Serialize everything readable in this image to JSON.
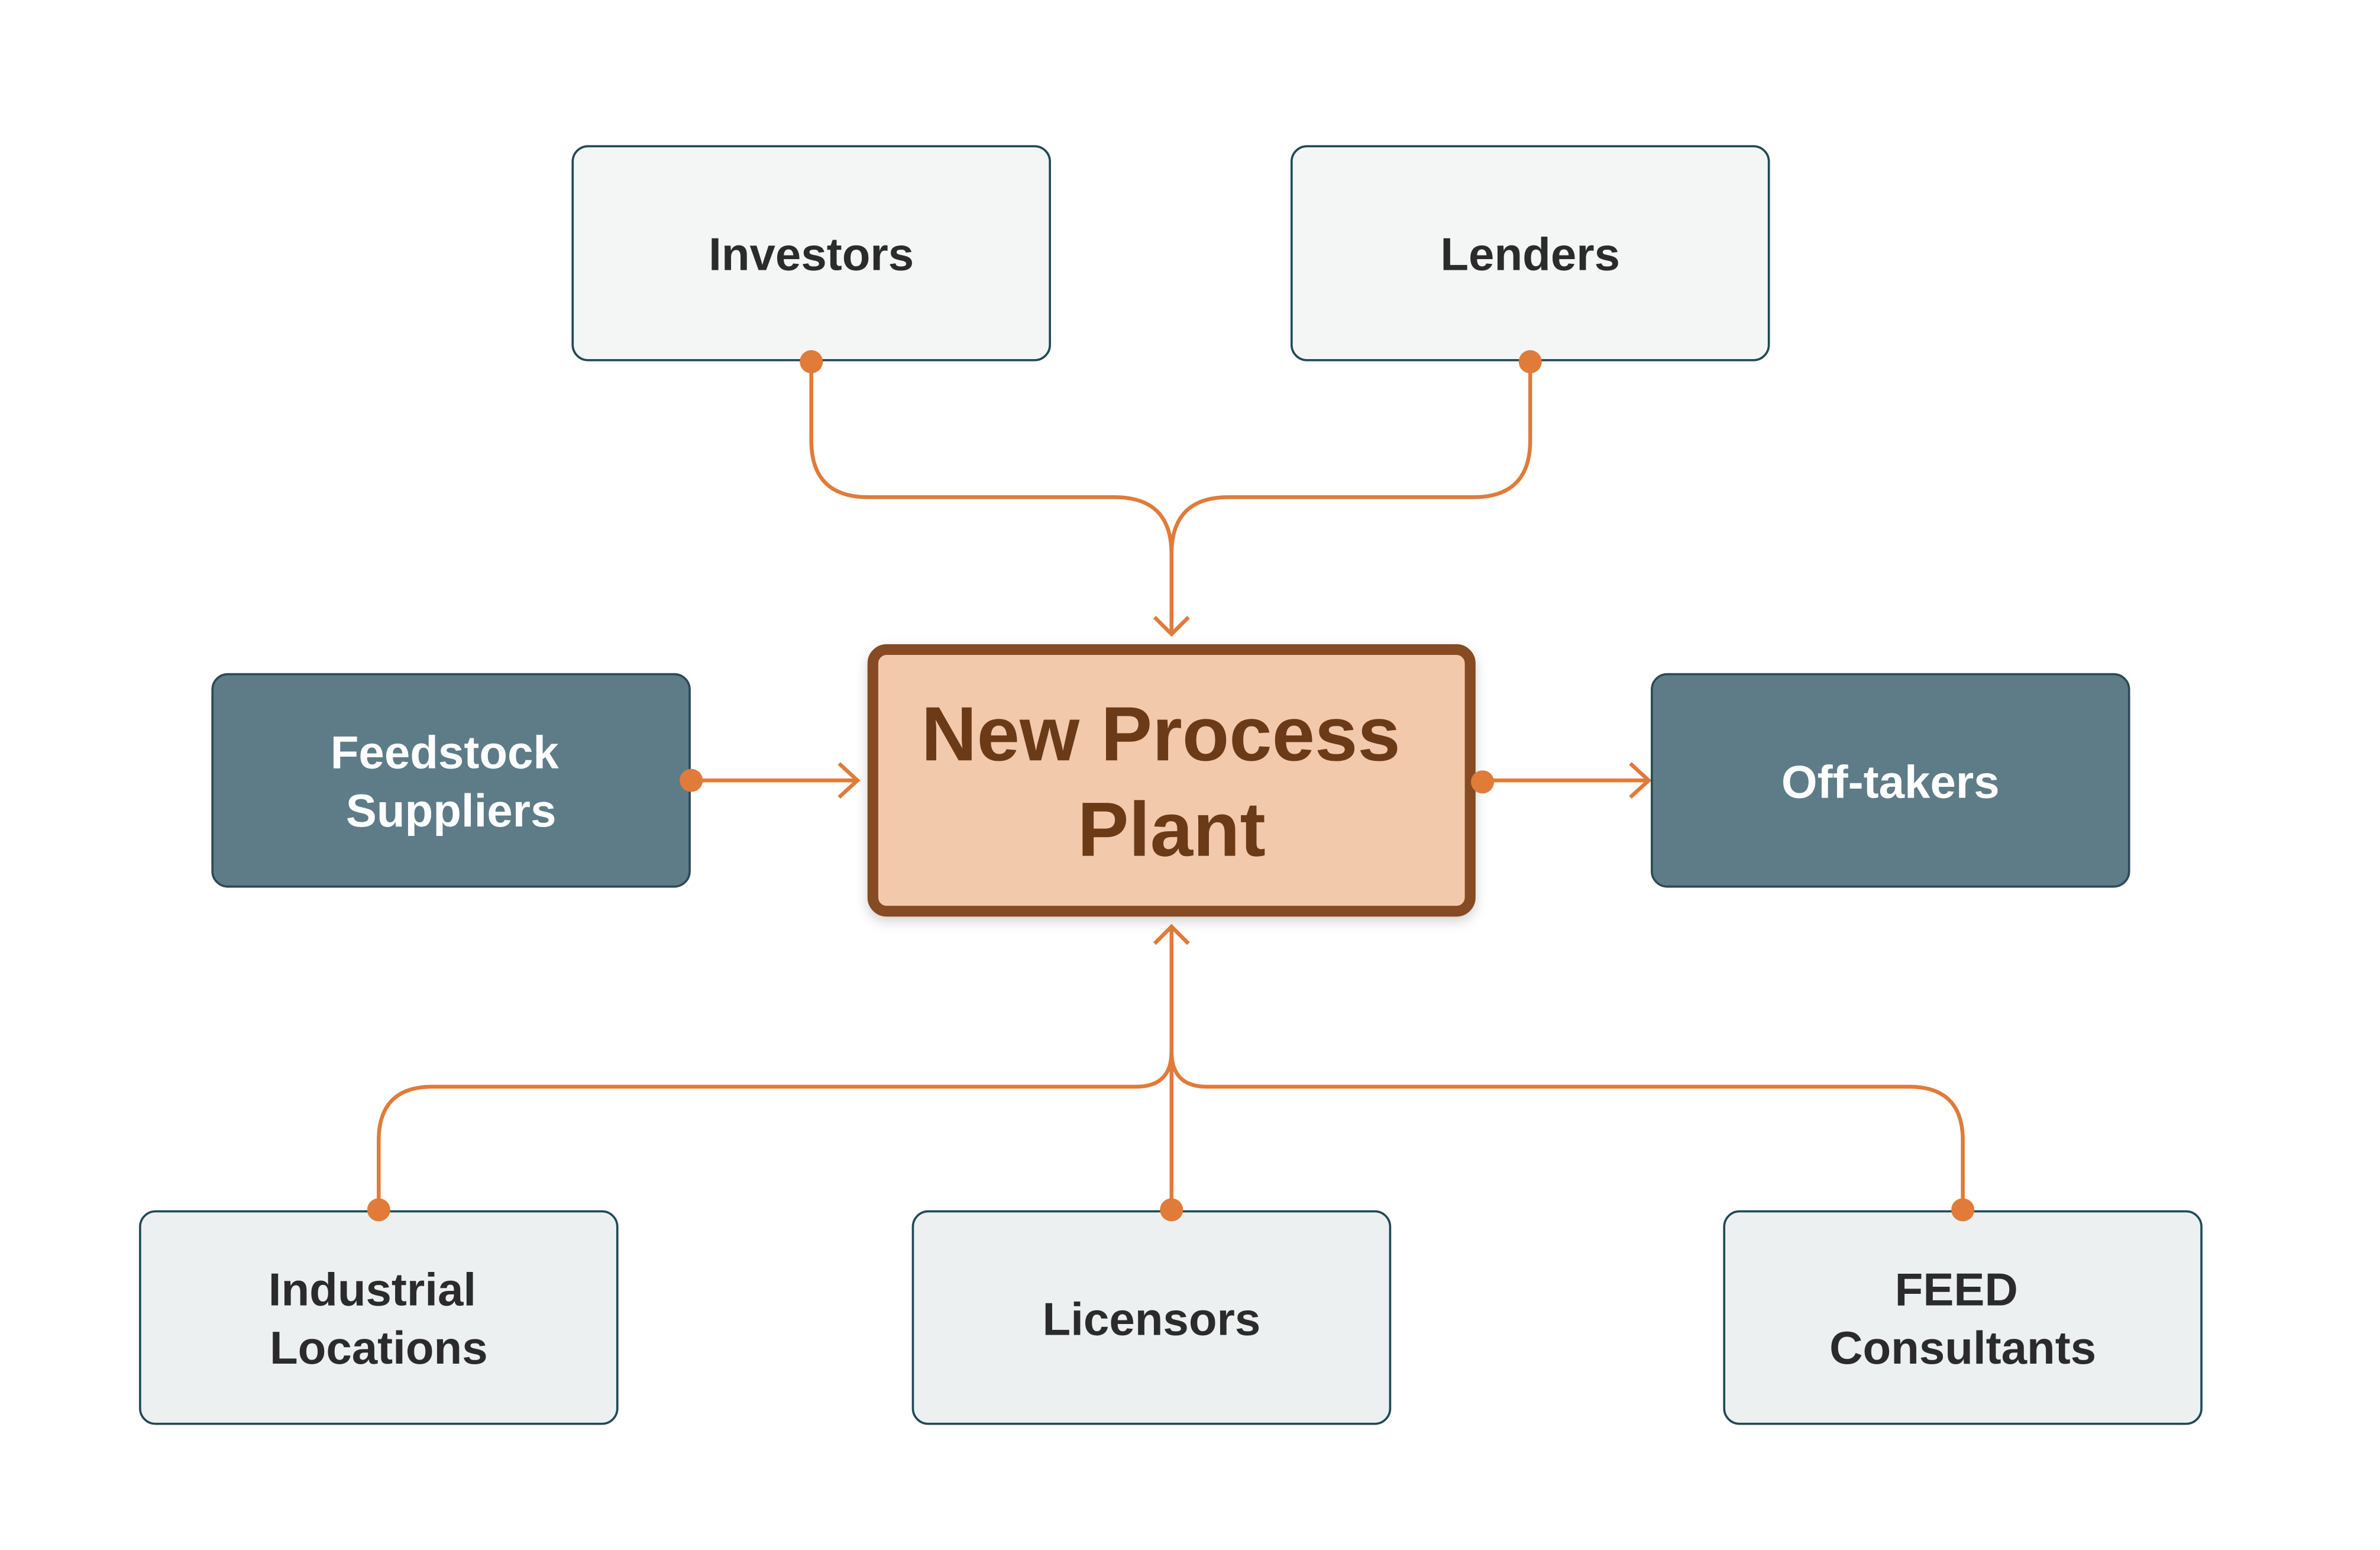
{
  "diagram": {
    "center": {
      "lines": [
        "New Process",
        "Plant"
      ],
      "fill": "#f3c9ab",
      "stroke": "#864b22",
      "text_color": "#6b3a17"
    },
    "investors": {
      "lines": [
        "Investors"
      ]
    },
    "lenders": {
      "lines": [
        "Lenders"
      ]
    },
    "feedstock": {
      "lines": [
        "Feedstock",
        "Suppliers"
      ]
    },
    "offtakers": {
      "lines": [
        "Off-takers"
      ]
    },
    "industrial": {
      "lines": [
        "Industrial",
        "Locations"
      ]
    },
    "licensors": {
      "lines": [
        "Licensors"
      ]
    },
    "feed": {
      "lines": [
        "FEED",
        "Consultants"
      ]
    }
  },
  "colors": {
    "connector": "#e07b39",
    "light_box_fill": "#f4f5f5",
    "light_box_stroke": "#1f4a55",
    "lower_box_fill": "#ecf0f1",
    "dark_box_fill": "#5d7c88",
    "dark_box_stroke": "#2d4a56",
    "dark_text": "#2b2b2b",
    "light_text": "#ffffff"
  }
}
